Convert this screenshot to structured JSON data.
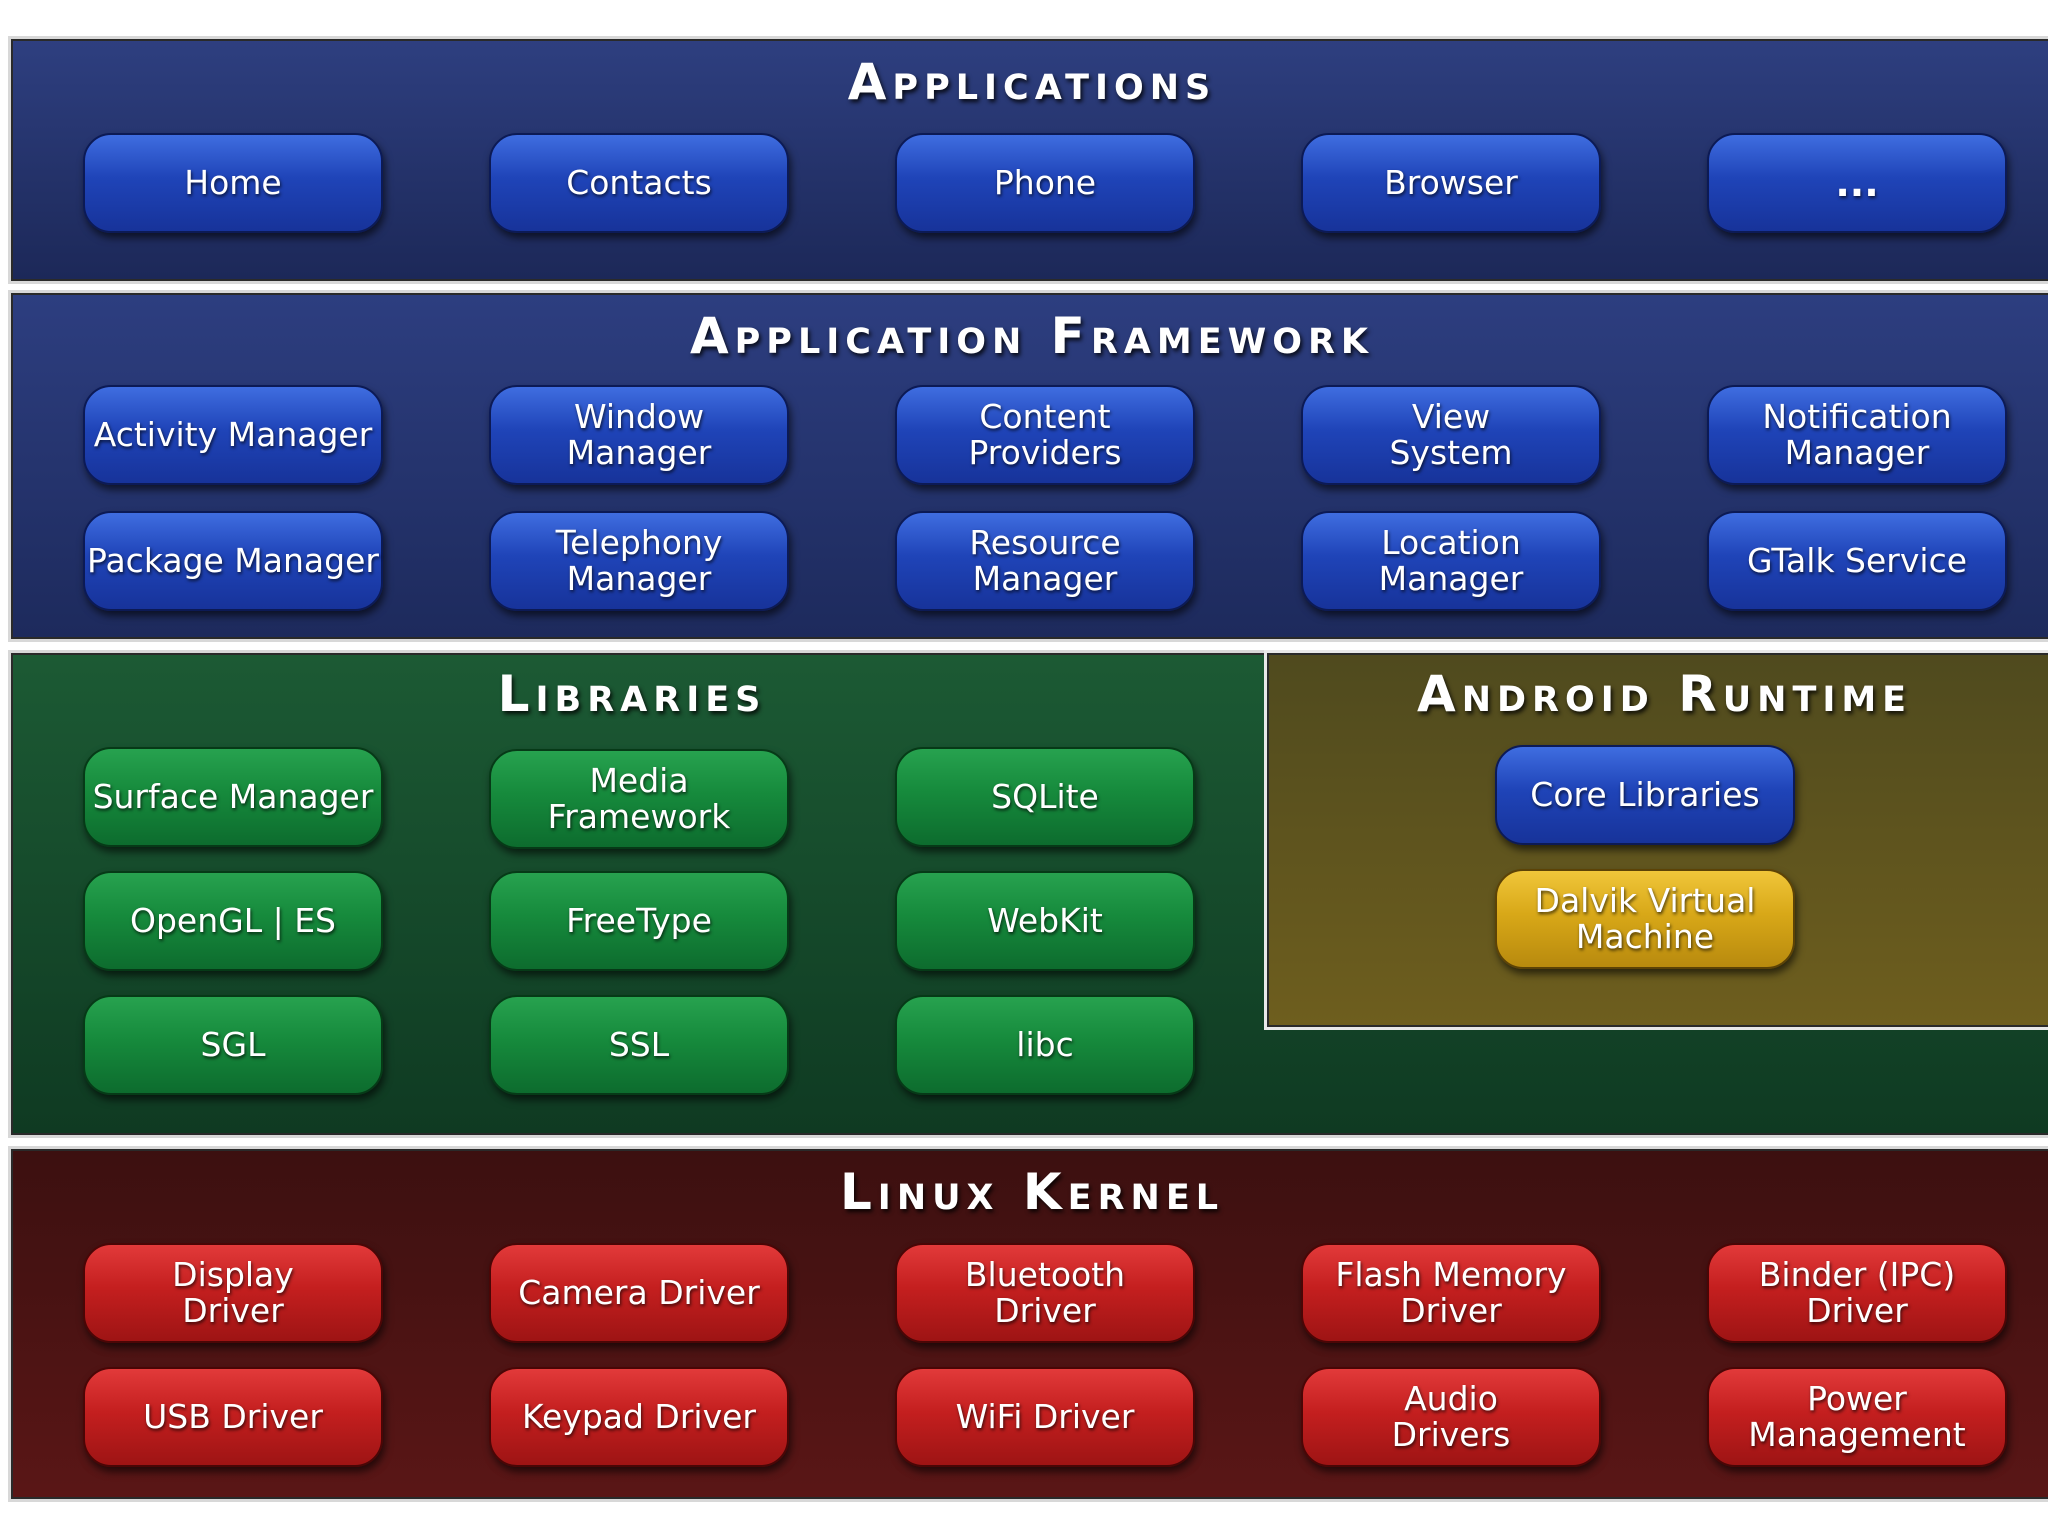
{
  "applications": {
    "title": "Applications",
    "items": [
      "Home",
      "Contacts",
      "Phone",
      "Browser",
      "..."
    ]
  },
  "framework": {
    "title": "Application Framework",
    "items": [
      "Activity Manager",
      "Window\nManager",
      "Content\nProviders",
      "View\nSystem",
      "Notification\nManager",
      "Package Manager",
      "Telephony\nManager",
      "Resource\nManager",
      "Location\nManager",
      "GTalk Service"
    ]
  },
  "libraries": {
    "title": "Libraries",
    "items": [
      "Surface Manager",
      "Media\nFramework",
      "SQLite",
      "OpenGL | ES",
      "FreeType",
      "WebKit",
      "SGL",
      "SSL",
      "libc"
    ]
  },
  "runtime": {
    "title": "Android Runtime",
    "items": [
      "Core Libraries",
      "Dalvik Virtual\nMachine"
    ]
  },
  "kernel": {
    "title": "Linux Kernel",
    "items": [
      "Display\nDriver",
      "Camera Driver",
      "Bluetooth\nDriver",
      "Flash Memory\nDriver",
      "Binder (IPC)\nDriver",
      "USB Driver",
      "Keypad Driver",
      "WiFi Driver",
      "Audio\nDrivers",
      "Power\nManagement"
    ]
  },
  "colors": {
    "applications_bg": "#2e3f80",
    "framework_bg": "#2d3e80",
    "libraries_bg": "#1c5a34",
    "runtime_bg": "#5e5420",
    "kernel_bg": "#4a1313",
    "blue_box": "#1f44b8",
    "green_box": "#168a3c",
    "red_box": "#c41f1f",
    "gold_box": "#d8a818"
  }
}
